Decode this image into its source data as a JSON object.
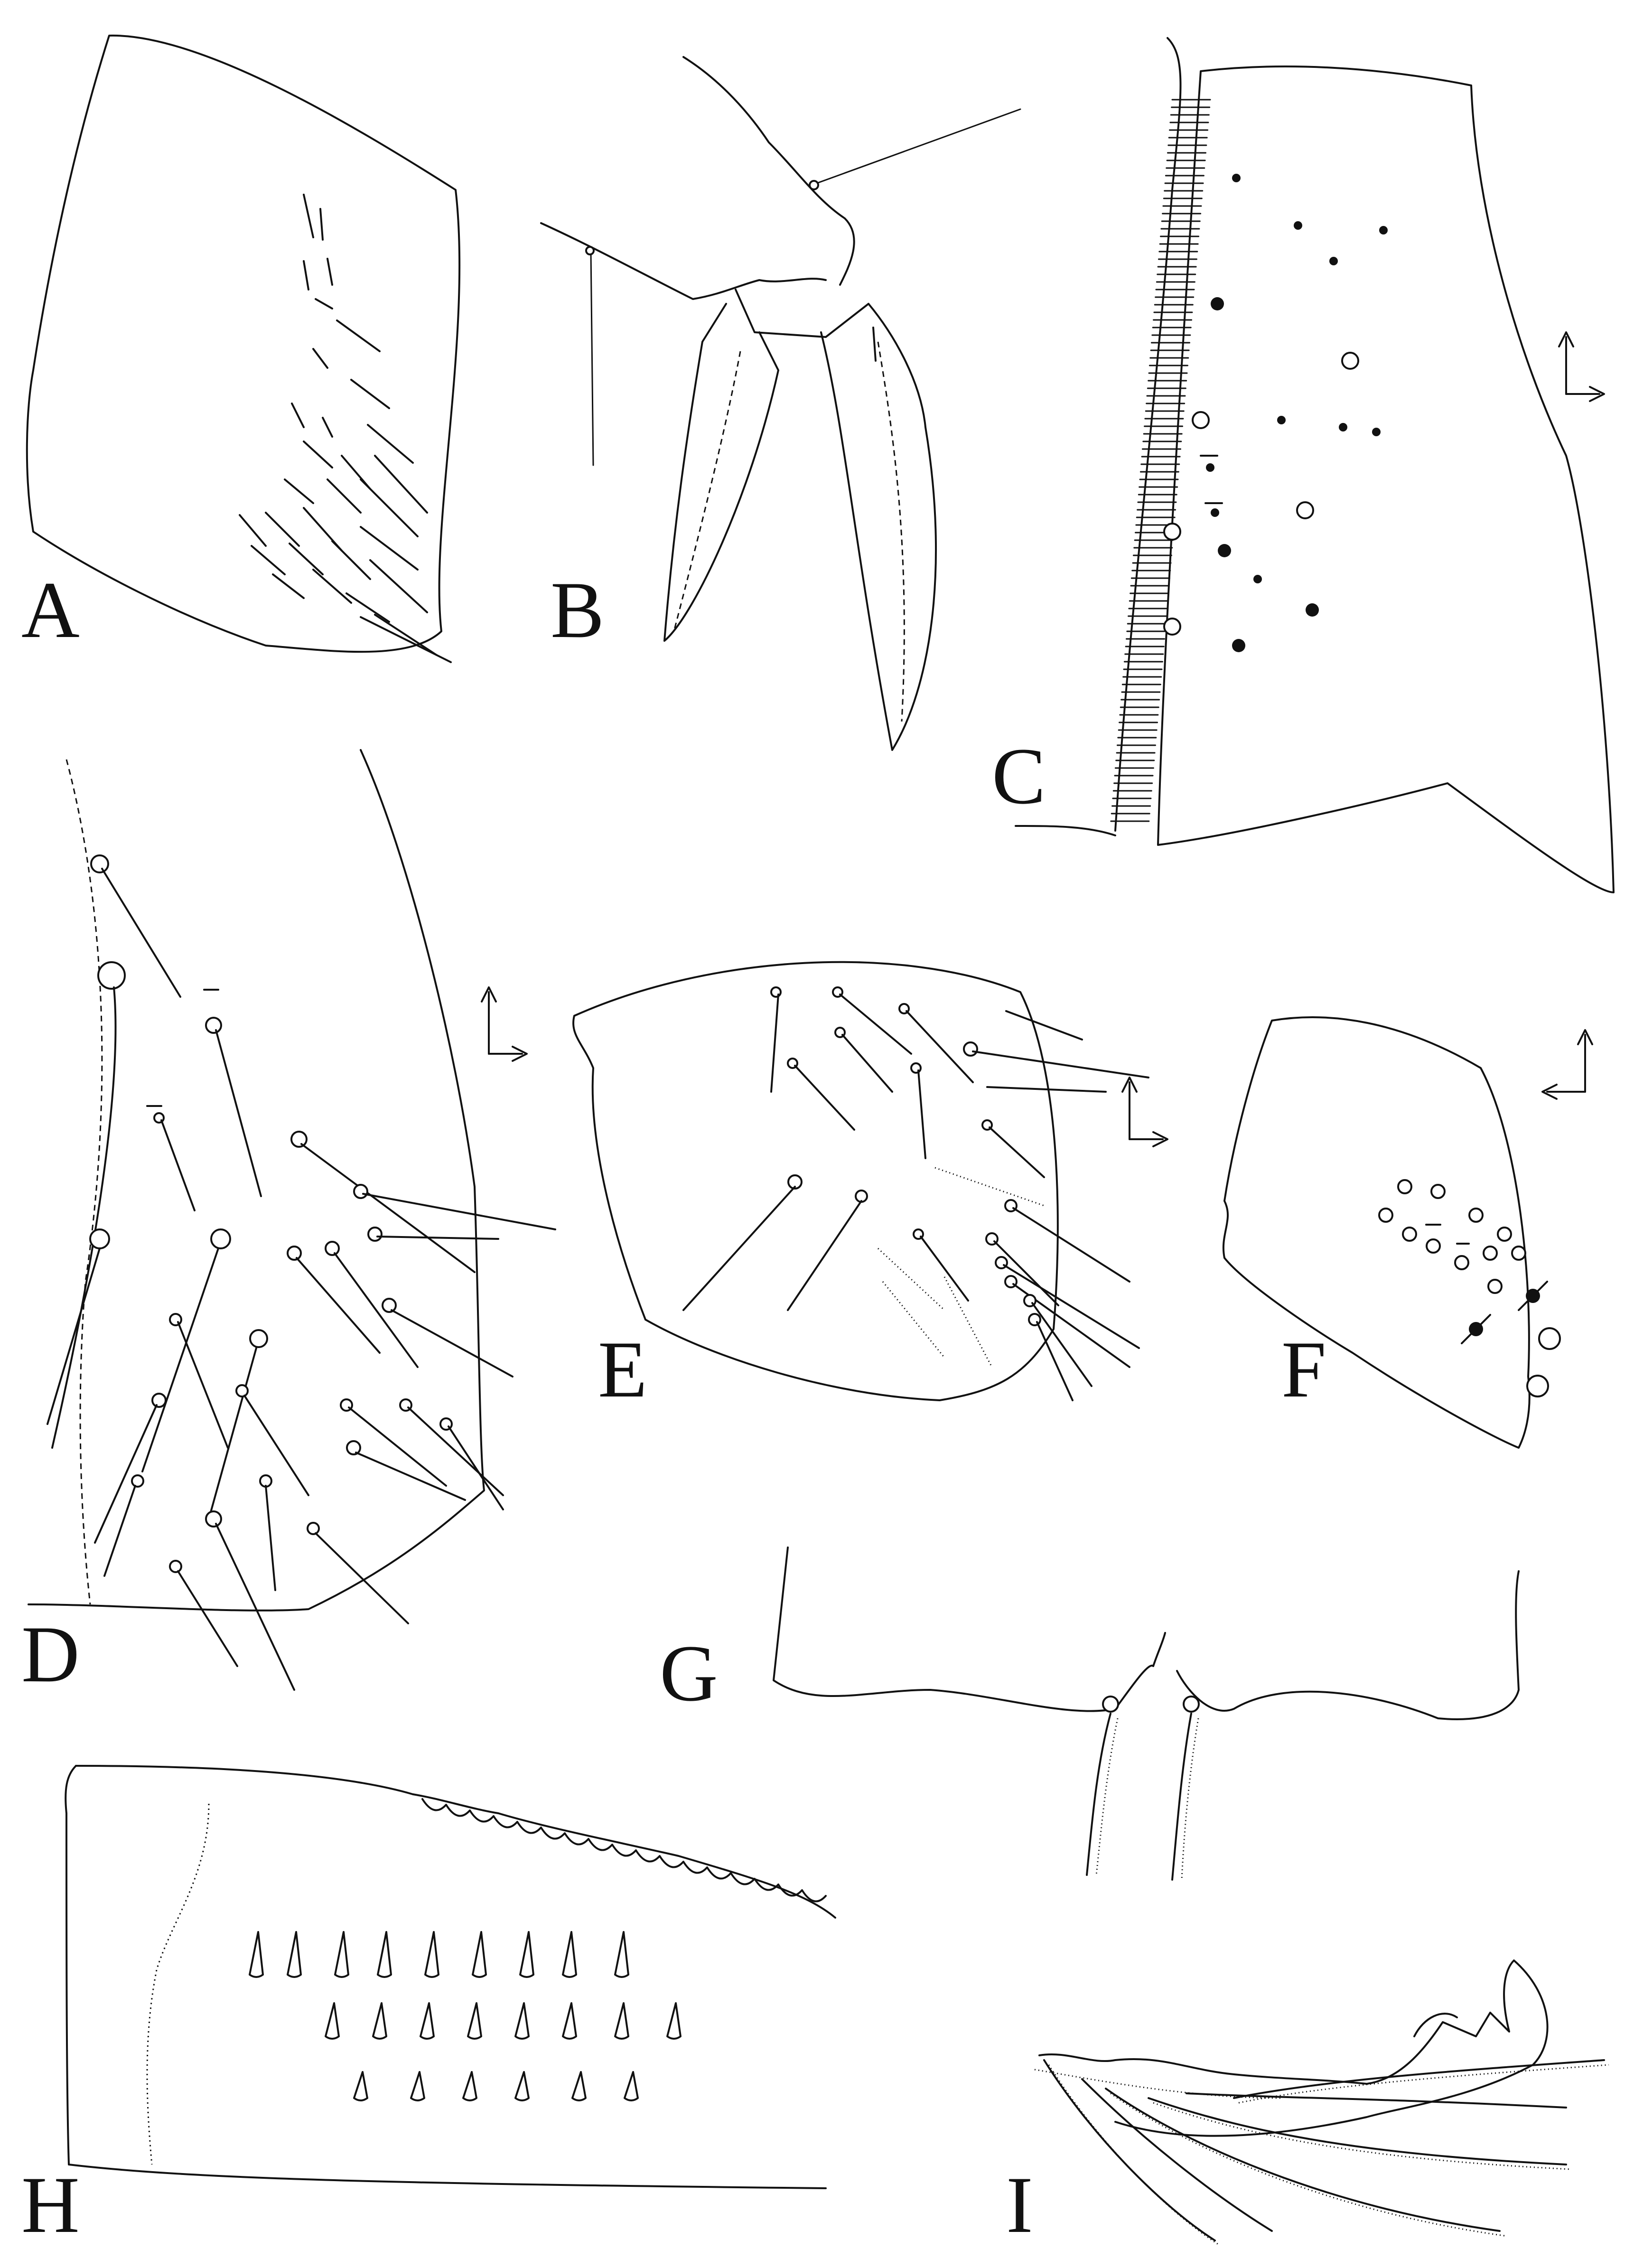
{
  "panels": [
    {
      "id": "A",
      "label": "A"
    },
    {
      "id": "B",
      "label": "B"
    },
    {
      "id": "C",
      "label": "C"
    },
    {
      "id": "D",
      "label": "D"
    },
    {
      "id": "E",
      "label": "E"
    },
    {
      "id": "F",
      "label": "F"
    },
    {
      "id": "G",
      "label": "G"
    },
    {
      "id": "H",
      "label": "H"
    },
    {
      "id": "I",
      "label": "I"
    }
  ],
  "style": {
    "line_color": "#111111",
    "background": "#ffffff"
  }
}
